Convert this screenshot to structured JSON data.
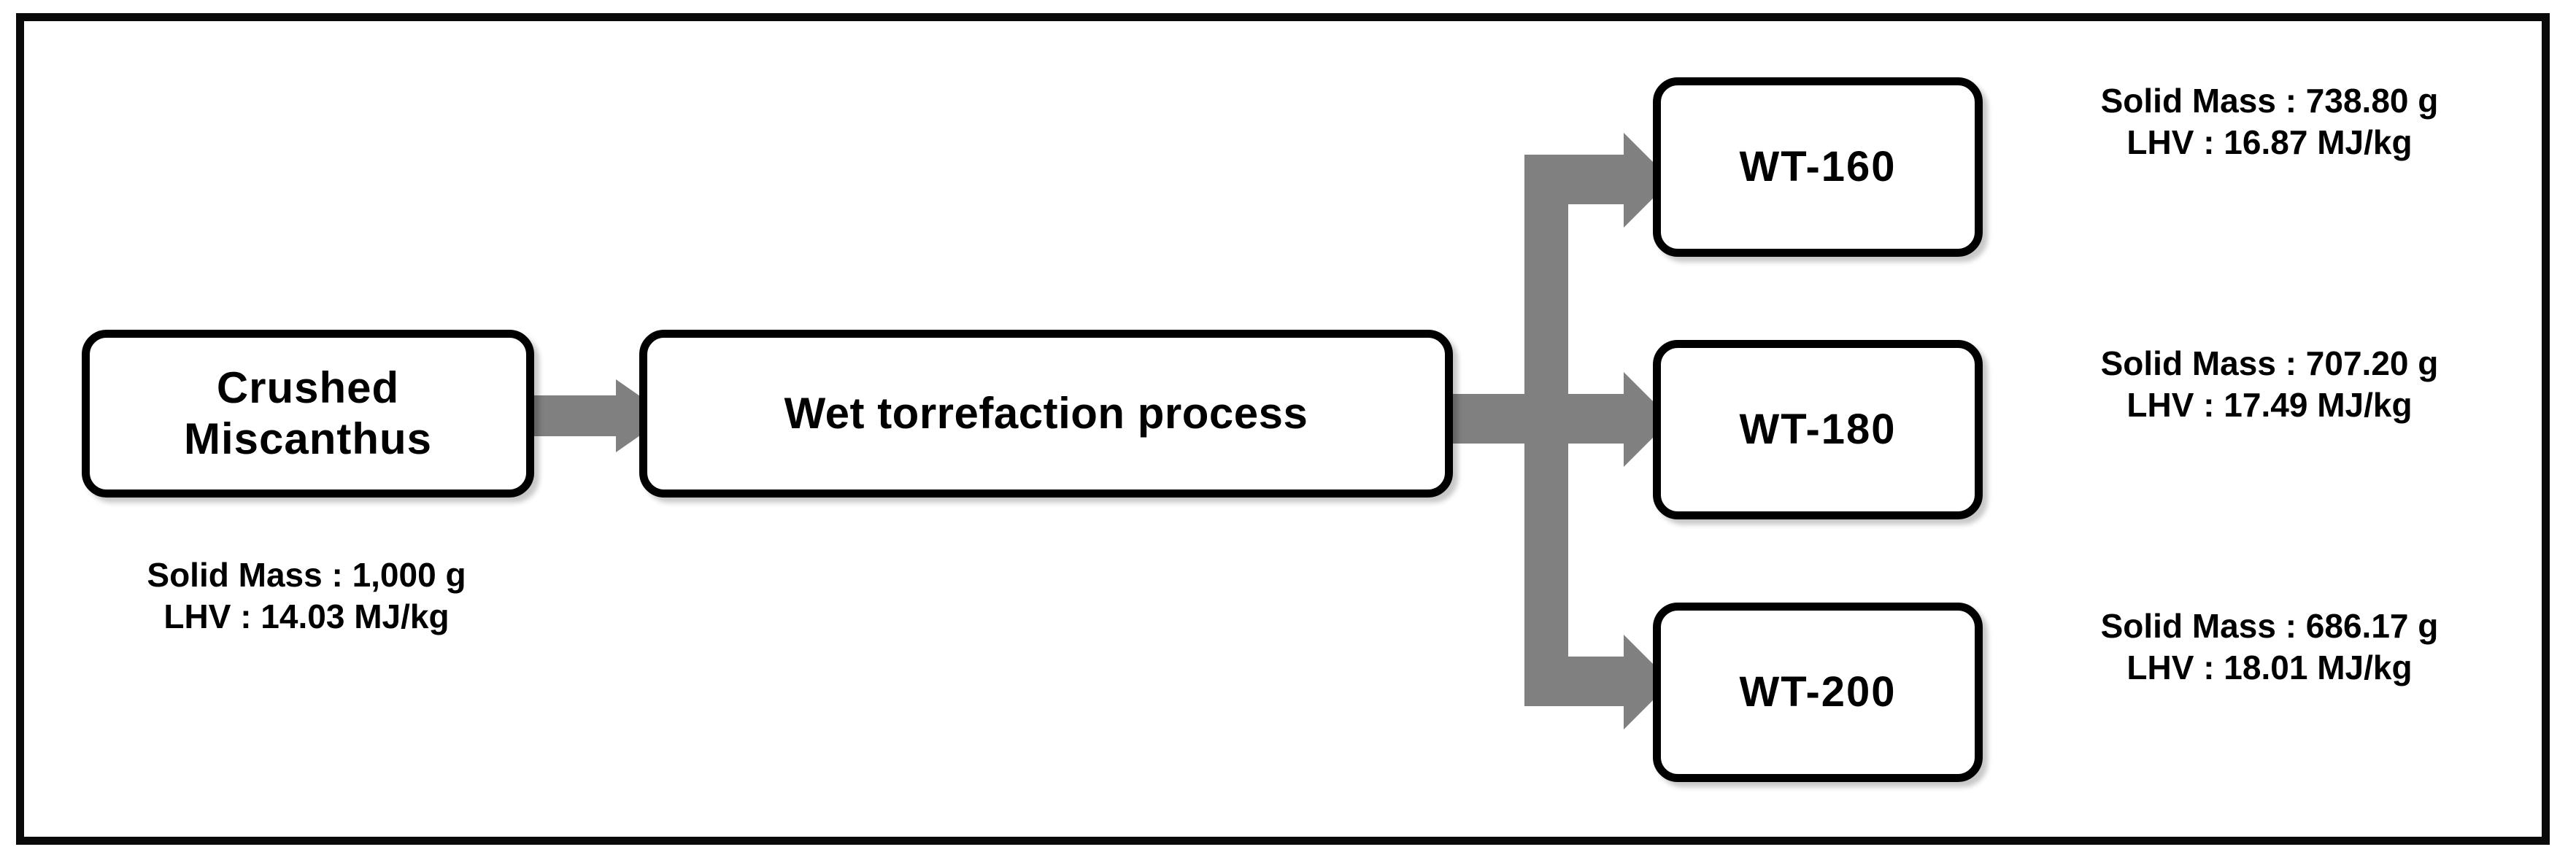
{
  "diagram": {
    "title_present": false,
    "accent_gray": "#808080",
    "border_color": "#000000",
    "background": "#ffffff"
  },
  "nodes": {
    "source": {
      "label": "Crushed\nMiscanthus",
      "caption": "Solid Mass : 1,000 g\nLHV : 14.03 MJ/kg",
      "solid_mass": "1,000 g",
      "lhv": "14.03 MJ/kg"
    },
    "process": {
      "label": "Wet torrefaction process"
    },
    "products": [
      {
        "label": "WT-160",
        "caption": "Solid Mass : 738.80 g\nLHV : 16.87 MJ/kg",
        "solid_mass": "738.80 g",
        "lhv": "16.87 MJ/kg"
      },
      {
        "label": "WT-180",
        "caption": "Solid Mass : 707.20 g\nLHV : 17.49 MJ/kg",
        "solid_mass": "707.20 g",
        "lhv": "17.49 MJ/kg"
      },
      {
        "label": "WT-200",
        "caption": "Solid Mass : 686.17 g\nLHV : 18.01 MJ/kg",
        "solid_mass": "686.17 g",
        "lhv": "18.01 MJ/kg"
      }
    ]
  },
  "connectors": [
    {
      "name": "source-to-process",
      "style": "straight-block-arrow",
      "color": "#808080"
    },
    {
      "name": "process-to-products",
      "style": "branching-comb-arrow",
      "color": "#808080",
      "branches": 3
    }
  ]
}
